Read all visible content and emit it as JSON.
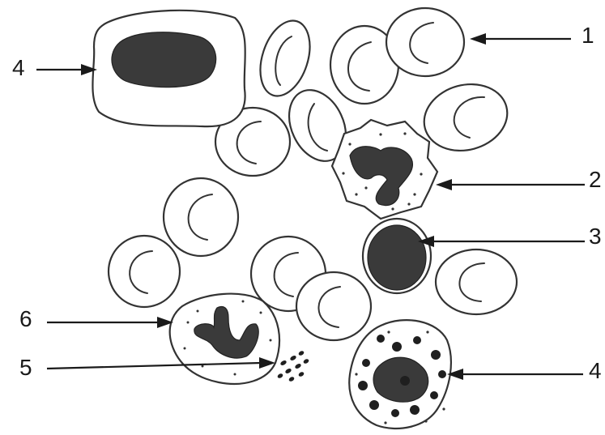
{
  "labels": {
    "rbc": "1",
    "neutrophil": "2",
    "lymphocyte": "3",
    "monocyte": "4",
    "basophil": "4",
    "platelets": "5",
    "eosinophil_band": "6"
  }
}
